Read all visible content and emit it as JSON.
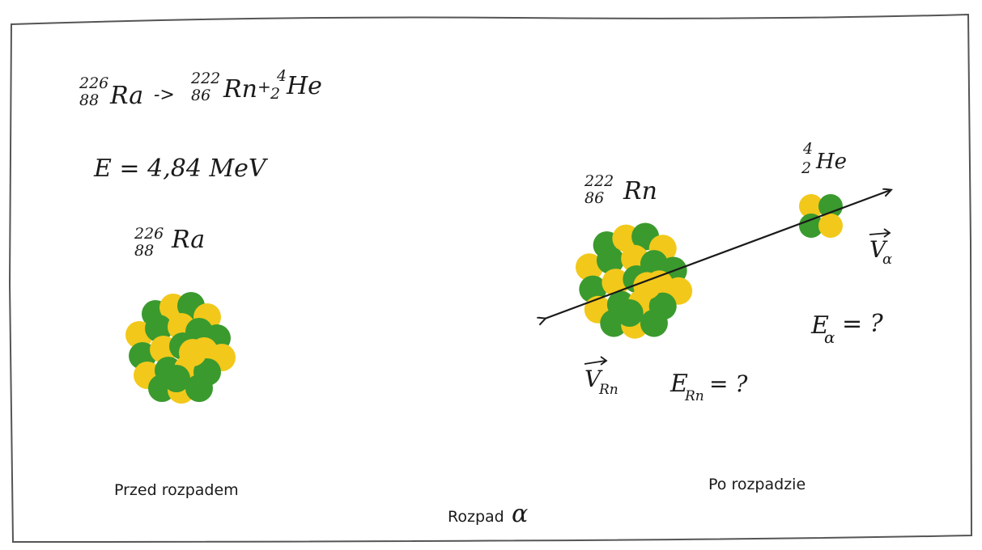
{
  "equation": {
    "ra_mass": "226",
    "ra_atomic": "88",
    "ra_symbol": "Ra",
    "arrow": "->",
    "rn_mass": "222",
    "rn_atomic": "86",
    "rn_symbol": "Rn",
    "plus": "+",
    "he_mass": "4",
    "he_atomic": "2",
    "he_symbol": "He"
  },
  "energy": {
    "text": "E = 4,84 MeV"
  },
  "before": {
    "nucleus_mass": "226",
    "nucleus_atomic": "88",
    "nucleus_symbol": "Ra",
    "caption": "Przed rozpadem"
  },
  "after": {
    "rn_mass": "222",
    "rn_atomic": "86",
    "rn_symbol": "Rn",
    "he_mass": "4",
    "he_atomic": "2",
    "he_symbol": "He",
    "v_alpha_letter": "V",
    "v_alpha_sub": "α",
    "v_rn_letter": "V",
    "v_rn_sub": "Rn",
    "e_alpha_letter": "E",
    "e_alpha_sub": "α",
    "e_alpha_rest": "= ?",
    "e_rn_letter": "E",
    "e_rn_sub": "Rn",
    "e_rn_rest": "= ?",
    "caption": "Po rozpadzie"
  },
  "title": {
    "prefix": "Rozpad",
    "symbol": "α"
  },
  "colors": {
    "proton": "#f2c81b",
    "neutron": "#3a9a2e",
    "ink": "#1a1a1a"
  }
}
